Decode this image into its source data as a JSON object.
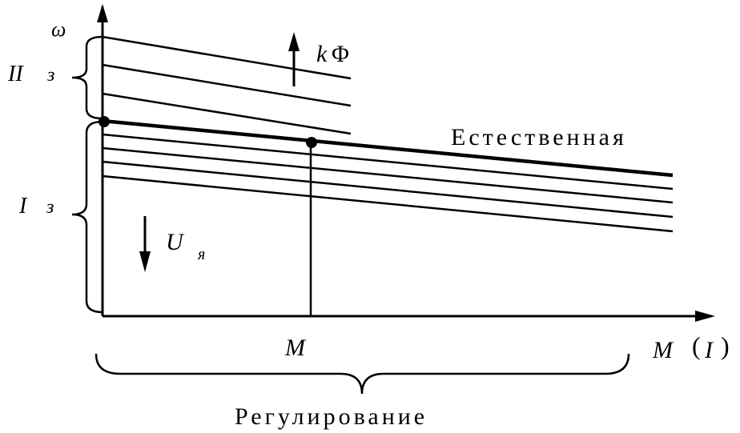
{
  "labels": {
    "omega": "ω",
    "zone_two": "II",
    "zone_two_sub": "з",
    "zone_one": "I",
    "zone_one_sub": "з",
    "flux_k": "k",
    "flux_phi": "Φ",
    "voltage_u": "U",
    "voltage_sub": "я",
    "natural": "Естественная",
    "torque_point": "M",
    "x_axis_m": "M",
    "x_axis_open": "(",
    "x_axis_i": "I",
    "x_axis_close": ")",
    "regulation": "Регулирование"
  }
}
